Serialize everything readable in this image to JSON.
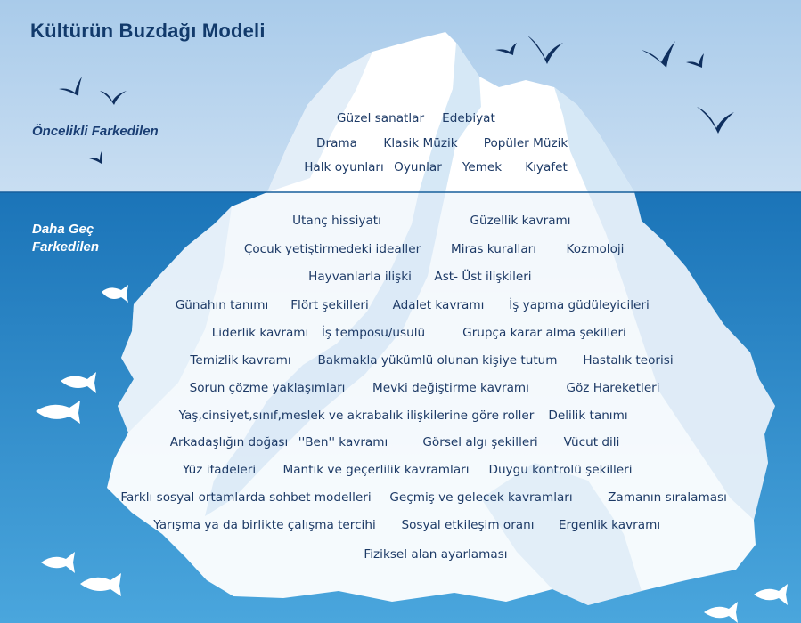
{
  "title": "Kültürün Buzdağı Modeli",
  "zones": {
    "visible": "Öncelikli Farkedilen",
    "hidden": "Daha Geç Farkedilen"
  },
  "colors": {
    "sky_top": "#a9cbea",
    "sky_bottom": "#c9def2",
    "sea_top": "#1b74b8",
    "sea_bottom": "#4aa6dd",
    "ice": "#ffffff",
    "ice_shade": "#d6e8f6",
    "text": "#1d3a66"
  },
  "visible_rows": [
    [
      "Güzel sanatlar",
      "Edebiyat"
    ],
    [
      "Drama",
      "Klasik Müzik",
      "Popüler Müzik"
    ],
    [
      "Halk oyunları",
      "Oyunlar",
      "Yemek",
      "Kıyafet"
    ]
  ],
  "hidden_rows": [
    [
      "Utanç hissiyatı",
      "Güzellik kavramı"
    ],
    [
      "Çocuk yetiştirmedeki idealler",
      "Miras kuralları",
      "Kozmoloji"
    ],
    [
      "Hayvanlarla ilişki",
      "Ast- Üst ilişkileri"
    ],
    [
      "Günahın tanımı",
      "Flört şekilleri",
      "Adalet kavramı",
      "İş yapma güdüleyicileri"
    ],
    [
      "Liderlik kavramı",
      "İş temposu/usulü",
      "Grupça karar alma şekilleri"
    ],
    [
      "Temizlik kavramı",
      "Bakmakla yükümlü olunan kişiye tutum",
      "Hastalık teorisi"
    ],
    [
      "Sorun çözme yaklaşımları",
      "Mevki değiştirme kavramı",
      "Göz Hareketleri"
    ],
    [
      "Yaş,cinsiyet,sınıf,meslek ve akrabalık ilişkilerine göre roller",
      "Delilik tanımı"
    ],
    [
      "Arkadaşlığın doğası",
      "''Ben'' kavramı",
      "Görsel algı şekilleri",
      "Vücut dili"
    ],
    [
      "Yüz ifadeleri",
      "Mantık ve geçerlilik kavramları",
      "Duygu kontrolü şekilleri"
    ],
    [
      "Farklı sosyal ortamlarda sohbet modelleri",
      "Geçmiş ve gelecek kavramları",
      "Zamanın sıralaması"
    ],
    [
      "Yarışma ya da birlikte çalışma tercihi",
      "Sosyal etkileşim oranı",
      "Ergenlik kavramı"
    ],
    [
      "Fiziksel alan ayarlaması"
    ]
  ],
  "decor": {
    "birds": [
      "bird-icon",
      "bird-icon",
      "bird-icon",
      "bird-icon",
      "bird-icon",
      "bird-icon",
      "bird-icon",
      "bird-icon"
    ],
    "fish": [
      "fish-icon",
      "fish-icon",
      "fish-icon",
      "fish-icon",
      "fish-icon",
      "fish-icon",
      "fish-icon"
    ]
  }
}
